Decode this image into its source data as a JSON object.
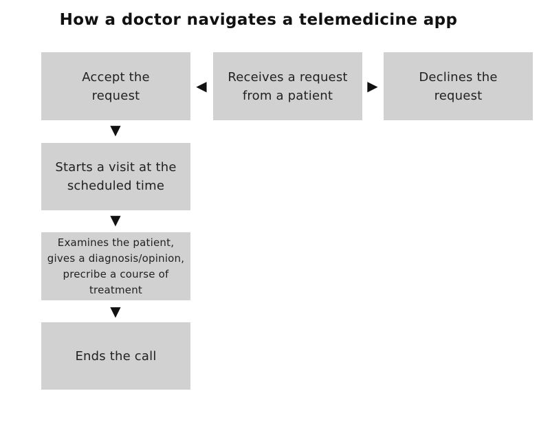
{
  "title": "How a doctor navigates a telemedicine app",
  "colors": {
    "page_background": "#ffffff",
    "node_background": "#d1d1d1",
    "node_text": "#212121",
    "arrow": "#111111",
    "title_text": "#111111"
  },
  "nodes": {
    "accept": {
      "label": "Accept the\nrequest"
    },
    "receives": {
      "label": "Receives a request\nfrom a patient"
    },
    "declines": {
      "label": "Declines the\nrequest"
    },
    "starts": {
      "label": "Starts a visit at the\nscheduled time"
    },
    "examines": {
      "label": "Examines the patient,\ngives a diagnosis/opinion,\nprecribe a course of\ntreatment"
    },
    "ends": {
      "label": "Ends the call"
    }
  },
  "icons": {
    "left_arrow": "◀",
    "right_arrow": "▶",
    "down_arrow": "▼"
  }
}
